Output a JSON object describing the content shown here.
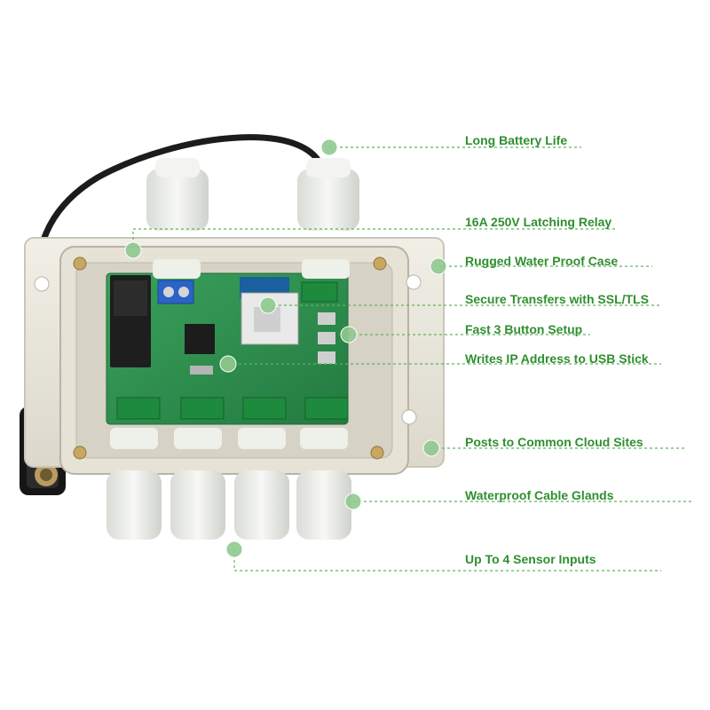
{
  "colors": {
    "accent_text": "#2f8f2f",
    "leader_line": "#5fb35f",
    "marker_dot": "#8fc98f",
    "enclosure": "#ece9de",
    "pcb": "#2e8f4f",
    "cable_black": "#1c1c1c",
    "cable_red": "#c81e1e"
  },
  "product_image": {
    "subject": "waterproof junction box enclosure with sensor circuit board, cable glands and 9V battery clip"
  },
  "features": [
    {
      "label": "Long Battery Life"
    },
    {
      "label": "16A 250V Latching Relay"
    },
    {
      "label": "Rugged Water Proof Case"
    },
    {
      "label": "Secure Transfers with SSL/TLS"
    },
    {
      "label": "Fast 3 Button Setup"
    },
    {
      "label": "Writes IP Address to USB Stick"
    },
    {
      "label": "Posts to Common Cloud Sites"
    },
    {
      "label": "Waterproof Cable Glands"
    },
    {
      "label": "Up To 4 Sensor Inputs"
    }
  ]
}
